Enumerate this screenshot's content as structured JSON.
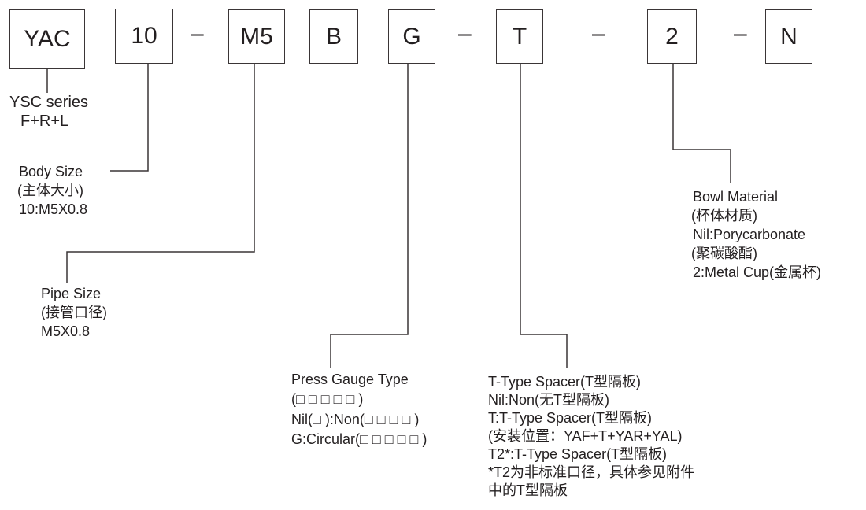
{
  "codes": [
    "YAC",
    "10",
    "M5",
    "B",
    "G",
    "T",
    "2",
    "N"
  ],
  "dash": "–",
  "series": {
    "title": "YSC series",
    "sub": "F+R+L"
  },
  "body_size": {
    "title": "Body Size",
    "cn": "(主体大小)",
    "value": "10:M5X0.8"
  },
  "pipe_size": {
    "title": "Pipe Size",
    "cn": "(接管口径)",
    "value": "M5X0.8"
  },
  "gauge": {
    "title": "Press Gauge Type",
    "cn": "(□ □ □ □ □ )",
    "nil": "Nil(□ ):Non(□ □ □ □ )",
    "g": "G:Circular(□ □ □ □ □ )"
  },
  "spacer": {
    "title": "T-Type Spacer(T型隔板)",
    "nil": "Nil:Non(无T型隔板)",
    "t": "T:T-Type Spacer(T型隔板)",
    "t_pos": "(安装位置：YAF+T+YAR+YAL)",
    "t2": "T2*:T-Type Spacer(T型隔板)",
    "note1": "*T2为非标准口径，具体参见附件",
    "note2": "中的T型隔板"
  },
  "bowl": {
    "title": "Bowl Material",
    "cn": "(杯体材质)",
    "nil": "Nil:Porycarbonate",
    "nil_cn": "(聚碳酸酯)",
    "metal": "2:Metal Cup(金属杯)"
  }
}
